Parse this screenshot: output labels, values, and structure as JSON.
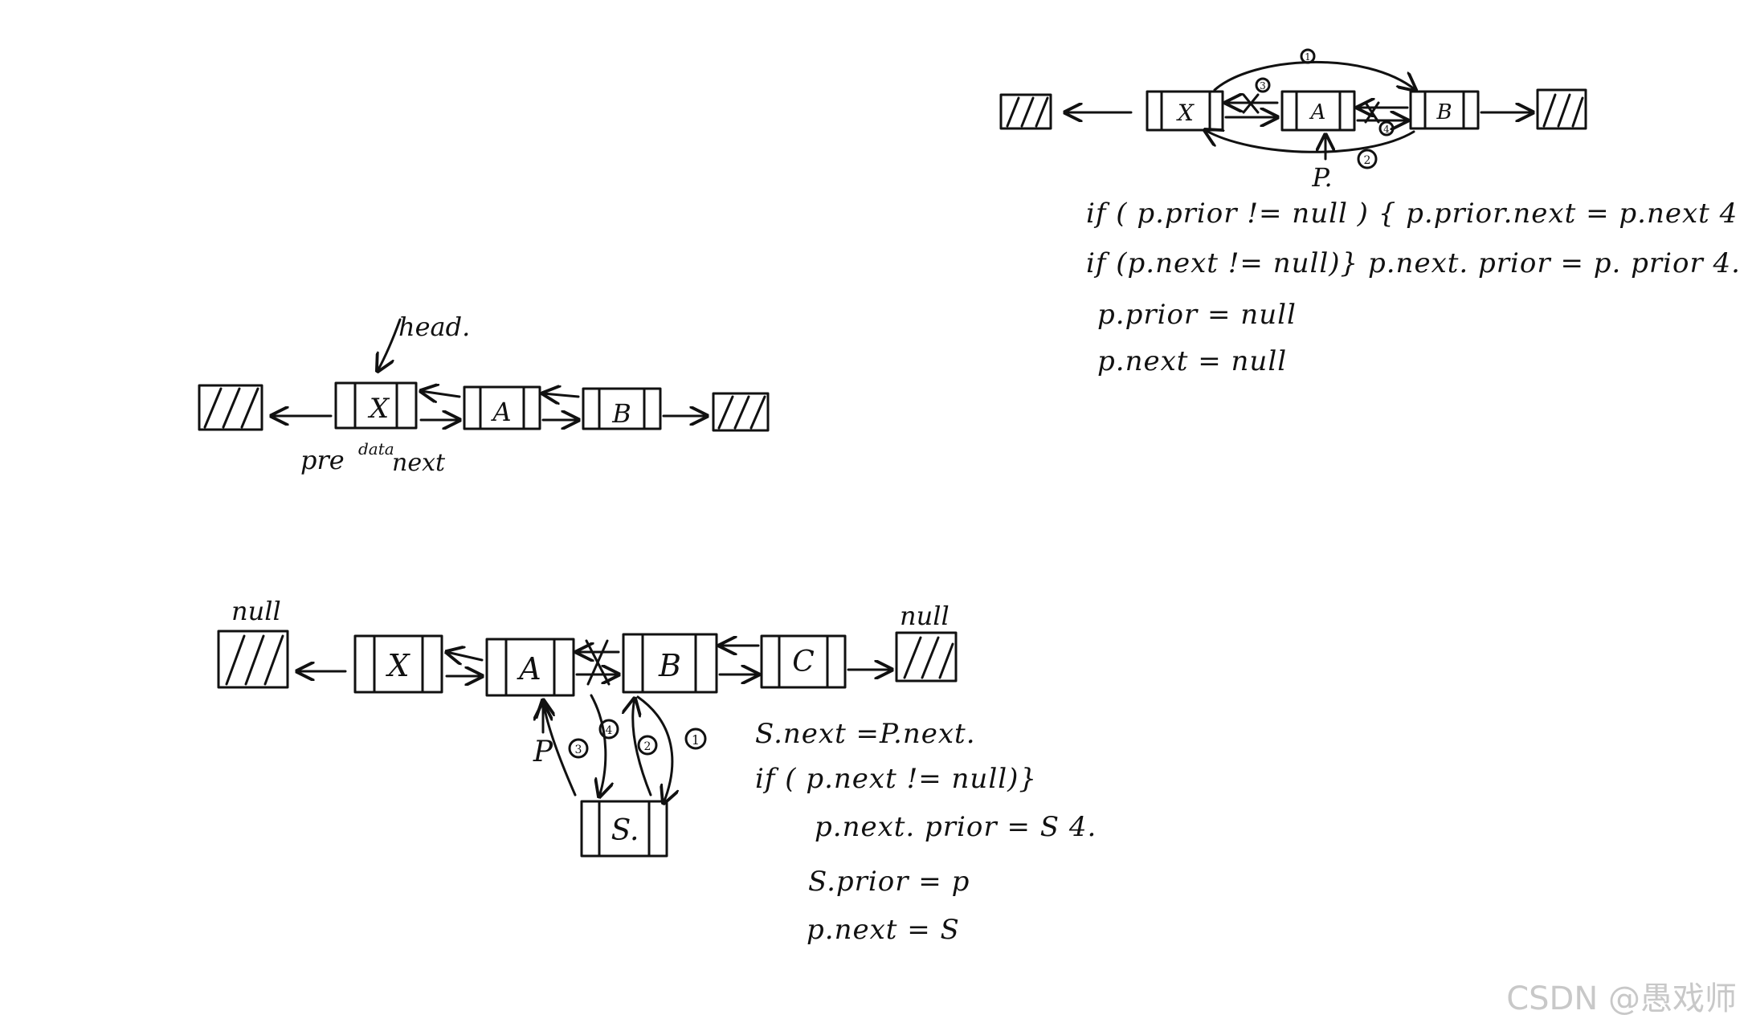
{
  "colors": {
    "ink": "#111111",
    "watermark": "#c8c8c8",
    "background": "#ffffff"
  },
  "diagram1": {
    "nodes": [
      "X",
      "A",
      "B"
    ],
    "head_label": "head.",
    "field_labels": {
      "pre": "pre",
      "data": "data",
      "next": "next"
    }
  },
  "diagram2": {
    "nodes": [
      "X",
      "A",
      "B",
      "C"
    ],
    "new_node": "S.",
    "pointer_label": "P",
    "null_left": "null",
    "null_right": "null",
    "step_marks": [
      "1",
      "2",
      "3",
      "4"
    ],
    "code": [
      "S.next =P.next.",
      "if ( p.next != null)}",
      "p.next. prior = S 4.",
      "S.prior = p",
      "p.next = S"
    ]
  },
  "diagram3": {
    "nodes": [
      "X",
      "A",
      "B"
    ],
    "pointer_label": "P.",
    "step_marks": [
      "1",
      "2",
      "3",
      "4"
    ],
    "code": [
      "if ( p.prior != null ) {  p.prior.next = p.next 4",
      "if (p.next != null)}  p.next. prior = p. prior 4.",
      "p.prior = null",
      "p.next = null"
    ]
  },
  "watermark": "CSDN @愚戏师"
}
